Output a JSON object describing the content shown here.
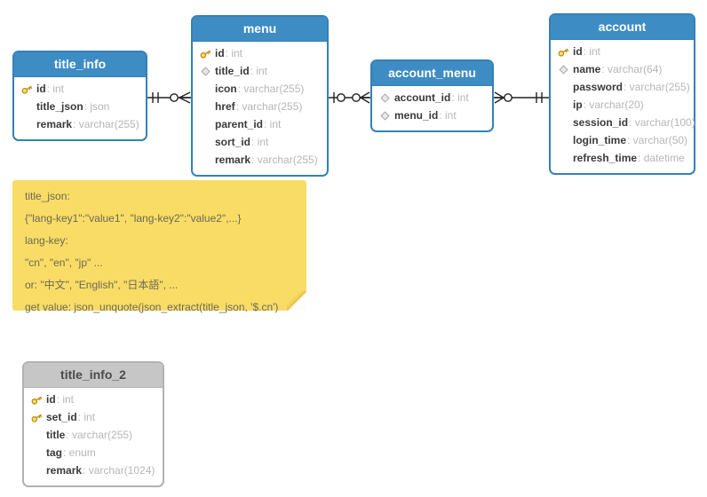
{
  "diagram": {
    "tables": {
      "title_info": {
        "title": "title_info",
        "rows": [
          {
            "icon": "key",
            "name": "id",
            "type": "int"
          },
          {
            "icon": "none",
            "name": "title_json",
            "type": "json"
          },
          {
            "icon": "none",
            "name": "remark",
            "type": "varchar(255)"
          }
        ]
      },
      "menu": {
        "title": "menu",
        "rows": [
          {
            "icon": "key",
            "name": "id",
            "type": "int"
          },
          {
            "icon": "diamond",
            "name": "title_id",
            "type": "int"
          },
          {
            "icon": "none",
            "name": "icon",
            "type": "varchar(255)"
          },
          {
            "icon": "none",
            "name": "href",
            "type": "varchar(255)"
          },
          {
            "icon": "none",
            "name": "parent_id",
            "type": "int"
          },
          {
            "icon": "none",
            "name": "sort_id",
            "type": "int"
          },
          {
            "icon": "none",
            "name": "remark",
            "type": "varchar(255)"
          }
        ]
      },
      "account_menu": {
        "title": "account_menu",
        "rows": [
          {
            "icon": "diamond",
            "name": "account_id",
            "type": "int"
          },
          {
            "icon": "diamond",
            "name": "menu_id",
            "type": "int"
          }
        ]
      },
      "account": {
        "title": "account",
        "rows": [
          {
            "icon": "key",
            "name": "id",
            "type": "int"
          },
          {
            "icon": "diamond",
            "name": "name",
            "type": "varchar(64)"
          },
          {
            "icon": "none",
            "name": "password",
            "type": "varchar(255)"
          },
          {
            "icon": "none",
            "name": "ip",
            "type": "varchar(20)"
          },
          {
            "icon": "none",
            "name": "session_id",
            "type": "varchar(100)"
          },
          {
            "icon": "none",
            "name": "login_time",
            "type": "varchar(50)"
          },
          {
            "icon": "none",
            "name": "refresh_time",
            "type": "datetime"
          }
        ]
      },
      "title_info_2": {
        "title": "title_info_2",
        "rows": [
          {
            "icon": "key",
            "name": "id",
            "type": "int"
          },
          {
            "icon": "key",
            "name": "set_id",
            "type": "int"
          },
          {
            "icon": "none",
            "name": "title",
            "type": "varchar(255)"
          },
          {
            "icon": "none",
            "name": "tag",
            "type": "enum"
          },
          {
            "icon": "none",
            "name": "remark",
            "type": "varchar(1024)"
          }
        ]
      }
    },
    "relationships": [
      {
        "from": "title_info",
        "to": "menu",
        "from_cardinality": "exactly-one (||)",
        "to_cardinality": "zero-or-many (o<)"
      },
      {
        "from": "menu",
        "to": "account_menu",
        "from_cardinality": "one-optional (|o)",
        "to_cardinality": "zero-or-many (o<)"
      },
      {
        "from": "account_menu",
        "to": "account",
        "from_cardinality": "zero-or-many (>o)",
        "to_cardinality": "exactly-one (||)"
      }
    ],
    "note": {
      "lines": [
        "title_json:",
        "{\"lang-key1\":\"value1\", \"lang-key2\":\"value2\",...}",
        "lang-key:",
        "\"cn\", \"en\", \"jp\" ...",
        "or: \"中文\", \"English\", \"日本語\", ...",
        "get value: json_unquote(json_extract(title_json, '$.cn')"
      ]
    },
    "colors": {
      "table_header_blue": "#3e8cc4",
      "table_border_blue": "#3580b6",
      "table_header_gray": "#c6c6c6",
      "note_yellow": "#f8dc66",
      "key_icon_gold": "#ffd83d",
      "diamond_icon_gray": "#e8e8e8",
      "connector_line": "#222222",
      "column_name_text": "#3a3a3a",
      "column_type_text": "#b6b6b6"
    }
  }
}
